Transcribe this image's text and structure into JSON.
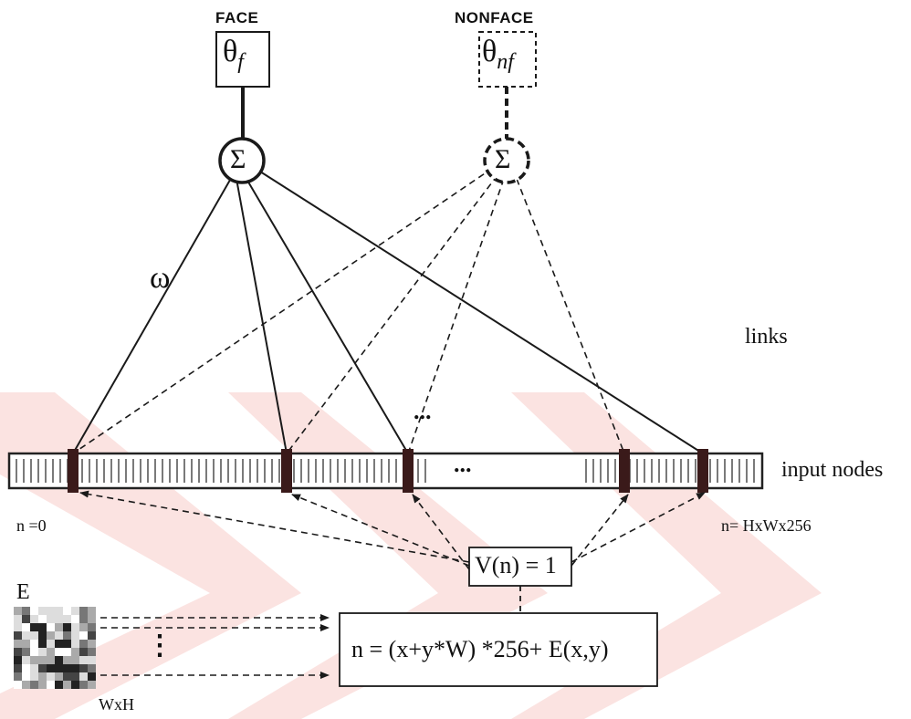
{
  "face_node": {
    "header": "FACE",
    "symbol": "θ",
    "subscript": "f",
    "sum": "Σ"
  },
  "nonface_node": {
    "header": "NONFACE",
    "symbol": "θ",
    "subscript": "nf",
    "sum": "Σ"
  },
  "weight_label": "ω",
  "links_label": "links",
  "input_nodes_label": "input nodes",
  "ellipsis_top": "...",
  "ellipsis_bar": "...",
  "n_start_label": "n =0",
  "n_end_label": "n= HxWx256",
  "v_box_label": "V(n) = 1",
  "formula_label": "n = (x+y*W) *256+ E(x,y)",
  "image_label": "E",
  "size_label": "WxH",
  "vertical_dots": "⋮",
  "colors": {
    "background_arrows": "#fbe3e1",
    "line": "#1a1a1a",
    "node_fill": "#3a1a1a",
    "bar_outline": "#222222"
  }
}
